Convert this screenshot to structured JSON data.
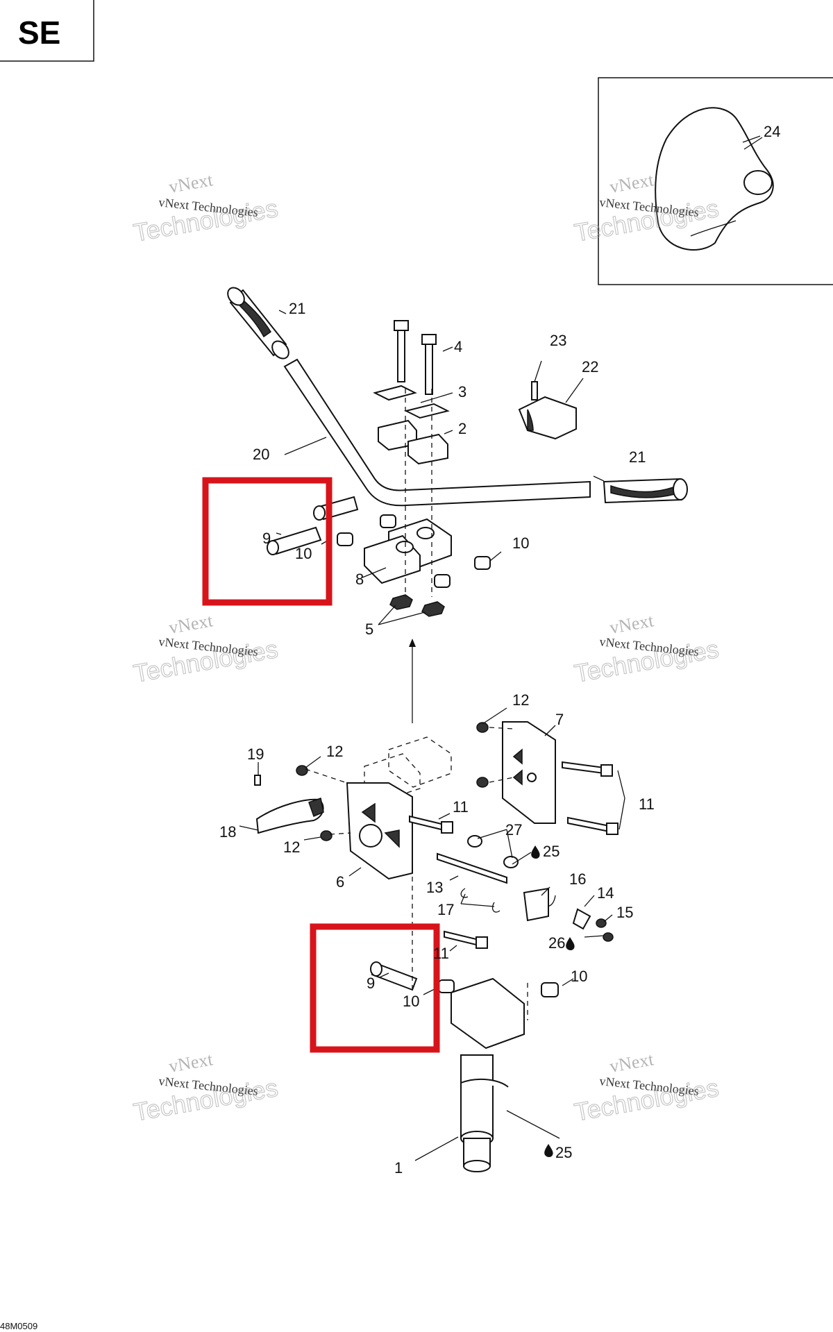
{
  "header": {
    "variant_badge": "SE"
  },
  "diagram_code": "48M0509",
  "watermark": {
    "line1": "vNext",
    "line2": "vNext Technologies",
    "line3": "Technologies"
  },
  "callouts": {
    "c24": "24",
    "c21_top": "21",
    "c4": "4",
    "c23": "23",
    "c22": "22",
    "c3": "3",
    "c2": "2",
    "c20": "20",
    "c21_right": "21",
    "c9_top": "9",
    "c10_top_left": "10",
    "c10_top_right": "10",
    "c8": "8",
    "c5": "5",
    "c12_top": "12",
    "c7": "7",
    "c19": "19",
    "c12_mid": "12",
    "c11_mid": "11",
    "c11_right": "11",
    "c18": "18",
    "c27": "27",
    "c25_mid": "25",
    "c12_low": "12",
    "c16": "16",
    "c6": "6",
    "c13": "13",
    "c14": "14",
    "c17": "17",
    "c15": "15",
    "c26": "26",
    "c11_low": "11",
    "c9_low": "9",
    "c10_low_left": "10",
    "c10_low_right": "10",
    "c25_low": "25",
    "c1": "1"
  },
  "highlights": [
    {
      "name": "highlight-box-upper",
      "color": "#d8141b"
    },
    {
      "name": "highlight-box-lower",
      "color": "#d8141b"
    }
  ]
}
